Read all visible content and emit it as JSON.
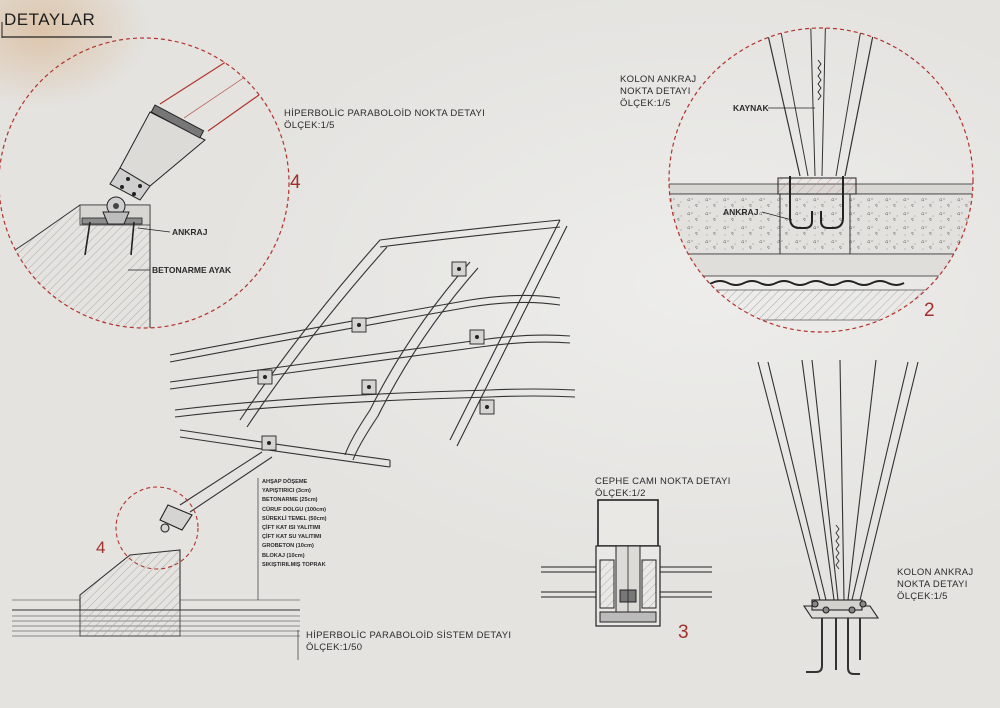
{
  "sheet": {
    "title": "DETAYLAR",
    "accent_color": "#b3322c",
    "line_color": "#2a2a2a"
  },
  "details": {
    "hp_point": {
      "title": "HİPERBOLİC PARABOLOİD NOKTA DETAYI",
      "scale": "ÖLÇEK:1/5",
      "number": "4",
      "labels": {
        "anchor": "ANKRAJ",
        "foot": "BETONARME AYAK"
      }
    },
    "column_anchor_section": {
      "title_line1": "KOLON ANKRAJ",
      "title_line2": "NOKTA DETAYI",
      "scale": "ÖLÇEK:1/5",
      "number": "2",
      "labels": {
        "weld": "KAYNAK",
        "anchor": "ANKRAJ"
      }
    },
    "hp_system": {
      "title": "HİPERBOLİC PARABOLOİD SİSTEM DETAYI",
      "scale": "ÖLÇEK:1/50",
      "callout_number": "4",
      "layers": [
        "AHŞAP DÖŞEME",
        "YAPIŞTIRICI (3cm)",
        "BETONARME (25cm)",
        "CÜRUF DOLGU (100cm)",
        "SÜREKLİ TEMEL (50cm)",
        "ÇİFT KAT ISI YALITIMI",
        "ÇİFT KAT SU YALITIMI",
        "GROBETON (10cm)",
        "BLOKAJ (10cm)",
        "SIKIŞTIRILMIŞ TOPRAK"
      ]
    },
    "facade_glass": {
      "title": "CEPHE CAMI NOKTA DETAYI",
      "scale": "ÖLÇEK:1/2",
      "number": "3"
    },
    "column_anchor_3d": {
      "title_line1": "KOLON ANKRAJ",
      "title_line2": "NOKTA DETAYI",
      "scale": "ÖLÇEK:1/5"
    }
  }
}
